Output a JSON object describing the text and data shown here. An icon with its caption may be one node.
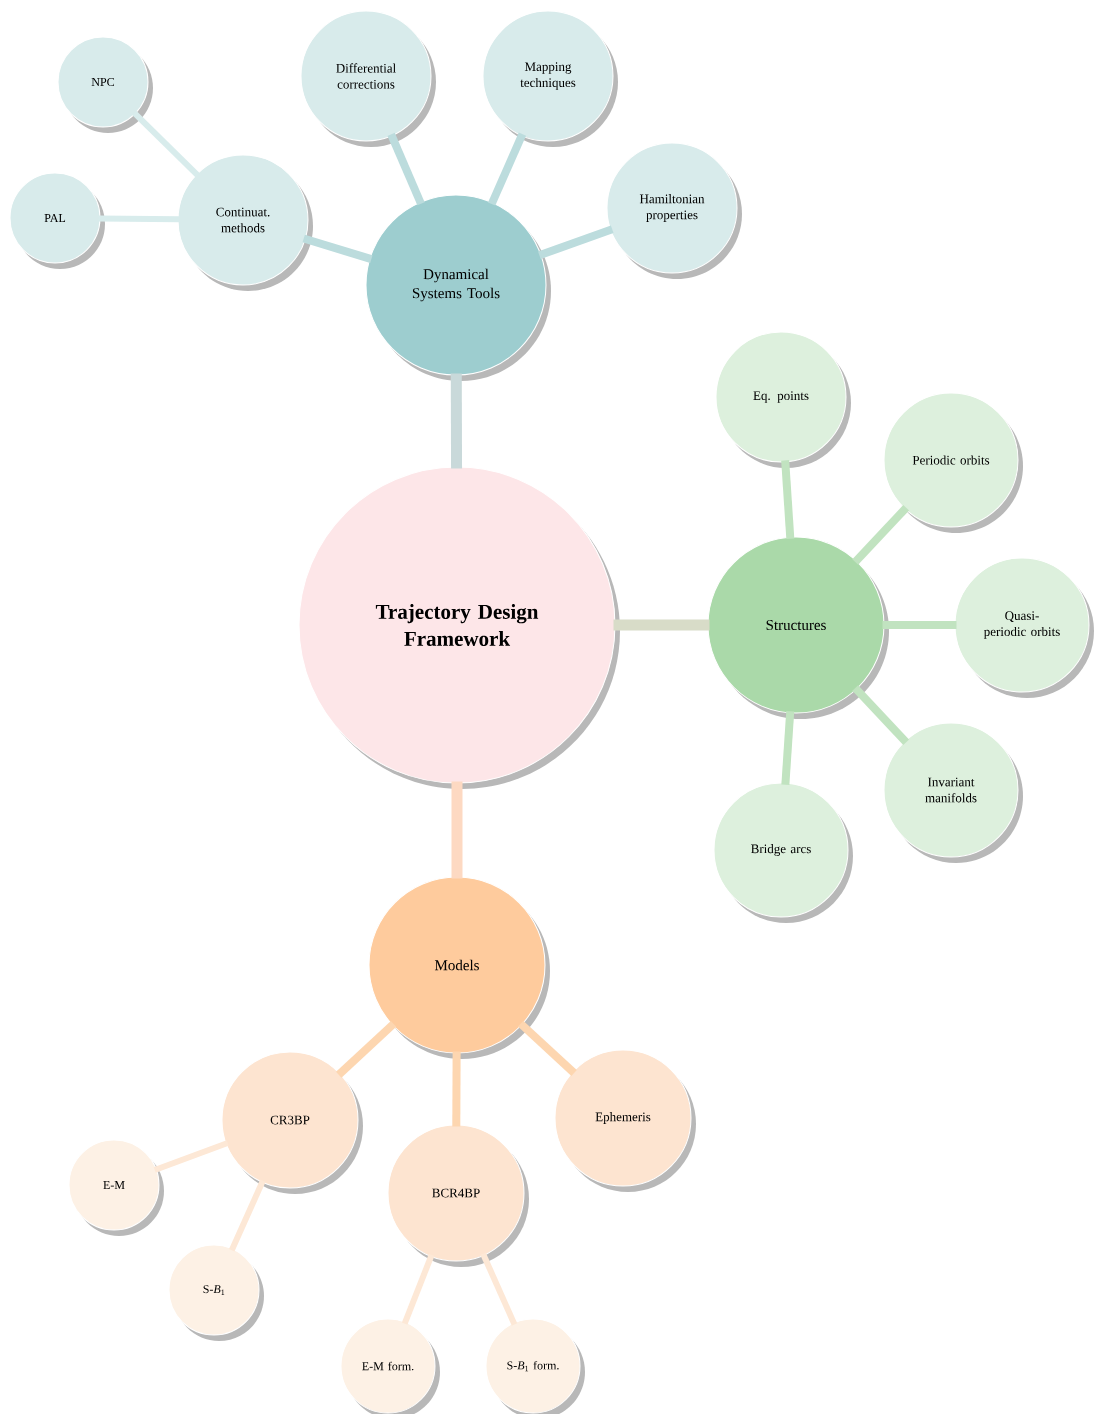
{
  "diagram": {
    "nodes": [
      {
        "text": [
          "**Trajectory Design Framework**"
        ]
      },
      {
        "text": [
          "Dynamical Systems Tools"
        ]
      },
      {
        "text": [
          "Continuat. methods"
        ]
      },
      {
        "text": [
          "NPC"
        ]
      },
      {
        "text": [
          "PAL"
        ]
      },
      {
        "text": [
          "Differential corrections"
        ]
      },
      {
        "text": [
          "Mapping techniques"
        ]
      },
      {
        "text": [
          "Hamiltonian properties"
        ]
      },
      {
        "text": [
          "Structures"
        ]
      },
      {
        "text": [
          "Eq. points"
        ]
      },
      {
        "text": [
          "Periodic orbits"
        ]
      },
      {
        "text": [
          "Quasi-periodic orbits"
        ]
      },
      {
        "text": [
          "Invariant manifolds"
        ]
      },
      {
        "text": [
          "Bridge arcs"
        ]
      },
      {
        "text": [
          "Models"
        ]
      },
      {
        "text": [
          "CR3BP"
        ]
      },
      {
        "text": [
          "E-M"
        ]
      },
      {
        "text": [
          "S-*B*$_{1}$"
        ]
      },
      {
        "text": [
          "BCR4BP"
        ]
      },
      {
        "text": [
          "E-M form."
        ]
      },
      {
        "text": [
          "S-*B*$_{1}$ form."
        ]
      },
      {
        "text": [
          "Ephemeris"
        ]
      }
    ],
    "edges": [
      {
        "from": 0,
        "to": 1,
        "arrow": "none",
        "color": "#c9d9da"
      },
      {
        "from": 1,
        "to": 2,
        "arrow": "none",
        "color": "#bcdcdd"
      },
      {
        "from": 2,
        "to": 3,
        "arrow": "none",
        "color": "#d8ecec"
      },
      {
        "from": 2,
        "to": 4,
        "arrow": "none",
        "color": "#d8ecec"
      },
      {
        "from": 1,
        "to": 5,
        "arrow": "none",
        "color": "#bcdcdd"
      },
      {
        "from": 1,
        "to": 6,
        "arrow": "none",
        "color": "#bcdcdd"
      },
      {
        "from": 1,
        "to": 7,
        "arrow": "none",
        "color": "#bcdcdd"
      },
      {
        "from": 0,
        "to": 8,
        "arrow": "none",
        "color": "#d8dcc8"
      },
      {
        "from": 8,
        "to": 9,
        "arrow": "none",
        "color": "#c1e3c0"
      },
      {
        "from": 8,
        "to": 10,
        "arrow": "none",
        "color": "#c1e3c0"
      },
      {
        "from": 8,
        "to": 11,
        "arrow": "none",
        "color": "#c1e3c0"
      },
      {
        "from": 8,
        "to": 12,
        "arrow": "none",
        "color": "#c1e3c0"
      },
      {
        "from": 8,
        "to": 13,
        "arrow": "none",
        "color": "#c1e3c0"
      },
      {
        "from": 0,
        "to": 14,
        "arrow": "none",
        "color": "#fdd9c2"
      },
      {
        "from": 14,
        "to": 15,
        "arrow": "none",
        "color": "#fdd6b0"
      },
      {
        "from": 15,
        "to": 16,
        "arrow": "none",
        "color": "#fde8d6"
      },
      {
        "from": 15,
        "to": 17,
        "arrow": "none",
        "color": "#fde8d6"
      },
      {
        "from": 14,
        "to": 18,
        "arrow": "none",
        "color": "#fdd6b0"
      },
      {
        "from": 18,
        "to": 19,
        "arrow": "none",
        "color": "#fde8d6"
      },
      {
        "from": 18,
        "to": 20,
        "arrow": "none",
        "color": "#fde8d6"
      },
      {
        "from": 14,
        "to": 21,
        "arrow": "none",
        "color": "#fdd6b0"
      }
    ]
  }
}
